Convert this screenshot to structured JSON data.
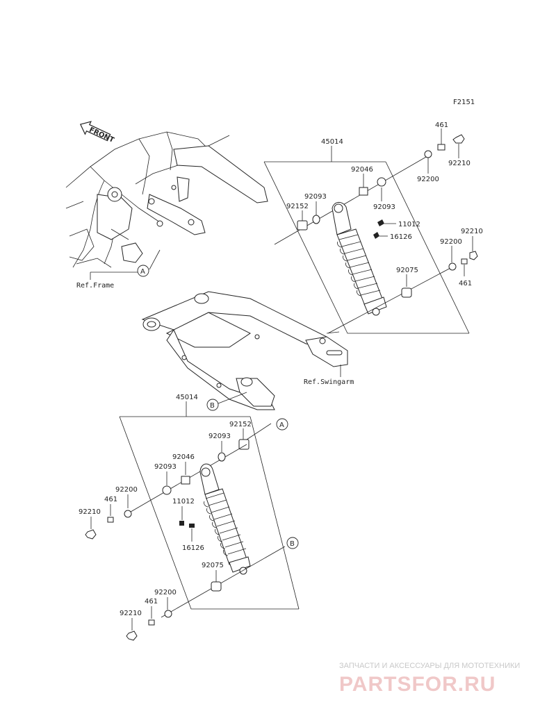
{
  "figure_code": "F2151",
  "front_label": "FRONT",
  "ref_frame": "Ref.Frame",
  "ref_swingarm": "Ref.Swingarm",
  "circle_a": "A",
  "circle_b": "B",
  "parts": {
    "p45014": "45014",
    "p461": "461",
    "p92210": "92210",
    "p92200": "92200",
    "p92046": "92046",
    "p92093": "92093",
    "p92152": "92152",
    "p11012": "11012",
    "p16126": "16126",
    "p92075": "92075"
  },
  "watermark": {
    "line1": "ЗАПЧАСТИ И АКСЕССУАРЫ ДЛЯ МОТОТЕХНИКИ",
    "line2": "PARTSFOR.RU"
  }
}
